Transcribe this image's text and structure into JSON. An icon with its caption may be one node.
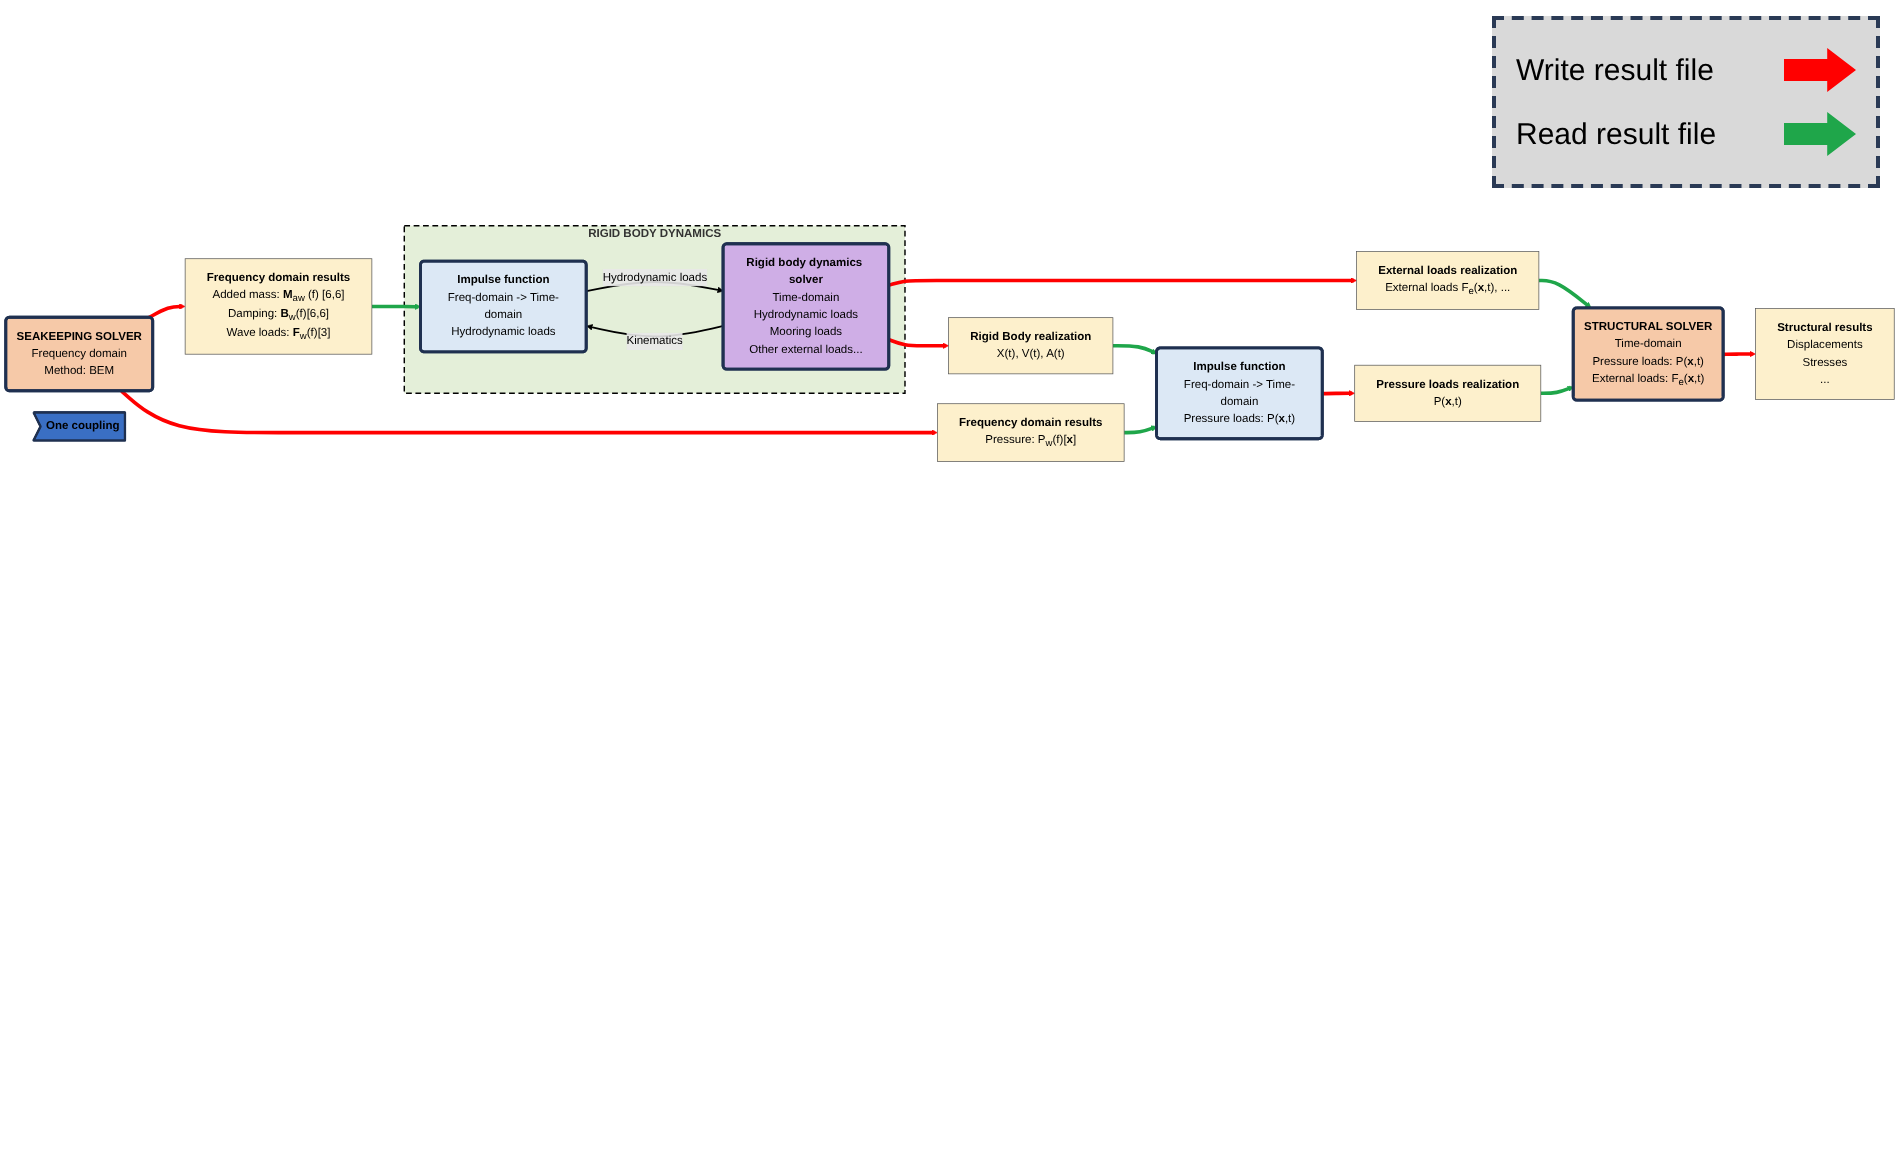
{
  "diagram": {
    "nodes": [
      {
        "text": [
          "Frequency domain results",
          "Added mass: **M**$_{aw}$ (f) [6,6]",
          "Damping: **B**$_{w}$(f)[6,6]",
          "Wave loads: **F**$_{w}$(f)[3]"
        ]
      },
      {
        "text": [
          "RIGID BODY DYNAMICS"
        ]
      },
      {
        "text": [
          "Impulse function",
          "Freq-domain -> Time-domain",
          "Hydrodynamic loads"
        ],
        "in": 1
      },
      {
        "text": [
          "Rigid body dynamics solver",
          "Time-domain",
          "Hydrodynamic loads",
          "Mooring loads",
          "Other external loads..."
        ],
        "in": 1
      },
      {
        "text": [
          "SEAKEEPING SOLVER",
          "Frequency domain",
          "Method: BEM"
        ]
      },
      {
        "text": [
          "External loads realization",
          "External loads F$_{e}$(**x**,t), ..."
        ]
      },
      {
        "text": [
          "Rigid Body realization",
          "X(t), V(t), A(t)"
        ]
      },
      {
        "text": [
          "STRUCTURAL SOLVER",
          "Time-domain",
          "Pressure loads: P(**x**,t)",
          "External loads: F$_{e}$(**x**,t)"
        ]
      },
      {
        "text": [
          "Structural results",
          "Displacements",
          "Stresses",
          "..."
        ]
      },
      {
        "text": [
          "Frequency domain results",
          "Pressure: P$_{w}$(f)[**x**]"
        ]
      },
      {
        "text": [
          "Impulse function",
          "Freq-domain -> Time-domain",
          "Pressure loads: P(**x**,t)"
        ]
      },
      {
        "text": [
          "Pressure loads realization",
          "P(**x**,t)"
        ]
      },
      {
        "text": [
          "One coupling"
        ]
      }
    ],
    "edges": [
      {
        "from": 4,
        "to": 0,
        "arrow": "to"
      },
      {
        "from": 0,
        "to": 2,
        "arrow": "to",
        "color": "#1fa64a"
      },
      {
        "from": 2,
        "to": 3,
        "arrow": "to",
        "label": "Hydrodynamic loads",
        "color": "#000000"
      },
      {
        "from": 3,
        "to": 2,
        "arrow": "to",
        "label": "Kinematics",
        "color": "#000000"
      },
      {
        "from": 3,
        "to": 5,
        "arrow": "to"
      },
      {
        "from": 3,
        "to": 6,
        "arrow": "to"
      },
      {
        "from": 4,
        "to": 9,
        "arrow": "to"
      },
      {
        "from": 9,
        "to": 10,
        "arrow": "to",
        "color": "#1fa64a"
      },
      {
        "from": 6,
        "to": 10,
        "arrow": "to",
        "color": "#1fa64a"
      },
      {
        "from": 10,
        "to": 11,
        "arrow": "to"
      },
      {
        "from": 5,
        "to": 7,
        "arrow": "to",
        "color": "#1fa64a"
      },
      {
        "from": 11,
        "to": 7,
        "arrow": "to",
        "color": "#1fa64a"
      },
      {
        "from": 7,
        "to": 8,
        "arrow": "to"
      }
    ],
    "legend": [
      {
        "text": "Write result file",
        "color": "#ff0000"
      },
      {
        "text": "Read result file",
        "color": "#1fa64a"
      }
    ]
  }
}
